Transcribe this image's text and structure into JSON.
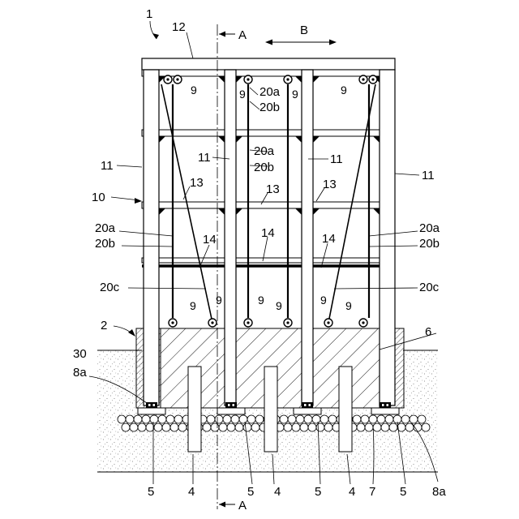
{
  "labels": {
    "assembly": "1",
    "structure": "2",
    "section_a_top": "A",
    "section_a_bottom": "A",
    "direction": "B",
    "top_frame": "12",
    "frame_main": "10",
    "pole": "11",
    "beam": "13",
    "brace": "14",
    "concrete": "6",
    "ground": "30",
    "anchor": "8a",
    "base_plate": "5",
    "pile": "4",
    "gravel": "7",
    "hook": "9",
    "chain_a": "20a",
    "chain_b": "20b",
    "chain_c": "20c"
  }
}
